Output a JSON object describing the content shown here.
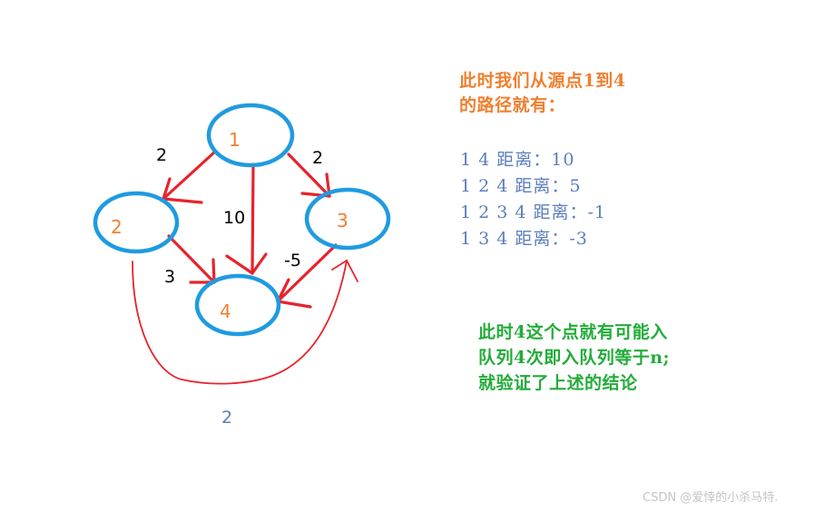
{
  "diagram": {
    "nodes": [
      {
        "id": "1",
        "label": "1"
      },
      {
        "id": "2",
        "label": "2"
      },
      {
        "id": "3",
        "label": "3"
      },
      {
        "id": "4",
        "label": "4"
      }
    ],
    "edges": [
      {
        "from": "1",
        "to": "2",
        "weight": "2"
      },
      {
        "from": "1",
        "to": "4",
        "weight": "10"
      },
      {
        "from": "1",
        "to": "3",
        "weight": "2"
      },
      {
        "from": "2",
        "to": "4",
        "weight": "3"
      },
      {
        "from": "3",
        "to": "4",
        "weight": "-5"
      },
      {
        "from": "2",
        "to": "3",
        "weight": "2"
      }
    ],
    "colors": {
      "node_outline": "#1f9be0",
      "node_label": "#f07f2f",
      "edge": "#e8232b",
      "weight_text": "#000000",
      "bottom_weight": "#5b7ebd"
    }
  },
  "notes": {
    "orange_line1": "此时我们从源点1到4",
    "orange_line2": "的路径就有：",
    "paths": [
      "1 4  距离：10",
      "1 2 4  距离：5",
      "1 2 3 4 距离：-1",
      "1 3 4  距离：-3"
    ],
    "green_line1": "此时4这个点就有可能入",
    "green_line2": "队列4次即入队列等于n;",
    "green_line3": "就验证了上述的结论"
  },
  "watermark": "CSDN @爱悻的小杀马特."
}
